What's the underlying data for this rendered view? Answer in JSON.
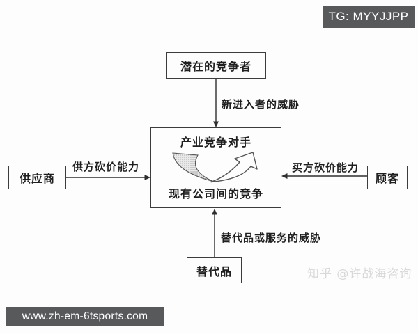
{
  "overlays": {
    "tg_badge": "TG: MYYJJPP",
    "url_badge": "www.zh-em-6tsports.com",
    "watermark": "知乎 @许战海咨询"
  },
  "diagram": {
    "nodes": {
      "potential_entrants": "潜在的竞争者",
      "industry_rivals_title": "产业竞争对手",
      "industry_rivals_subtitle": "现有公司间的竞争",
      "suppliers": "供应商",
      "customers": "顾客",
      "substitutes": "替代品"
    },
    "edges": {
      "new_entrants_threat": "新进入者的威胁",
      "supplier_bargaining_power": "供方砍价能力",
      "buyer_bargaining_power": "买方砍价能力",
      "substitutes_threat": "替代品或服务的威胁"
    },
    "colors": {
      "border": "#3c3c3c",
      "badge_background": "#58595b",
      "watermark_text": "#d8d8d8"
    }
  }
}
